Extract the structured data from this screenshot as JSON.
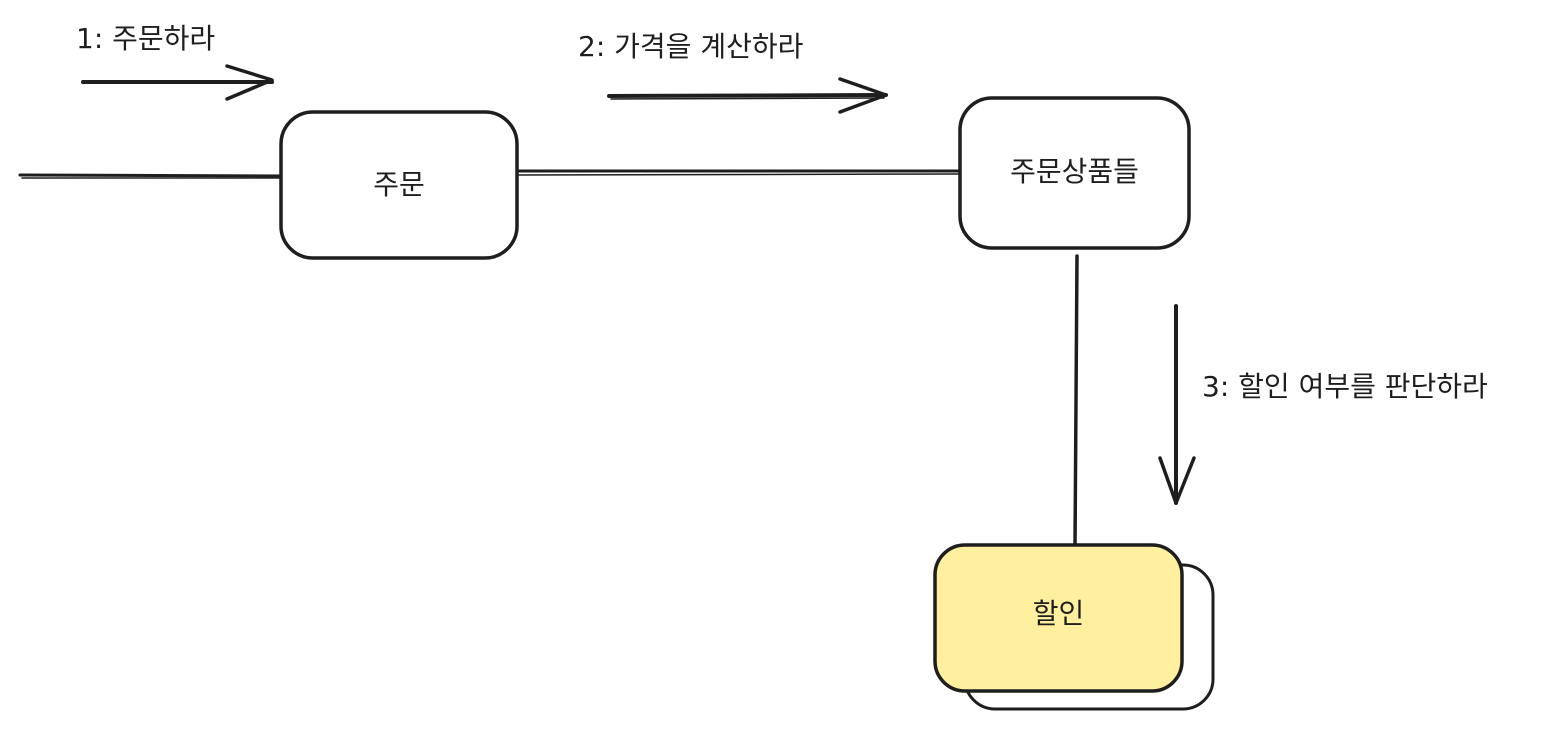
{
  "diagram": {
    "nodes": {
      "order": {
        "label": "주문",
        "fill": "#ffffff"
      },
      "order_items": {
        "label": "주문상품들",
        "fill": "#ffffff"
      },
      "discount": {
        "label": "할인",
        "fill": "#fff0a0",
        "stacked": true
      }
    },
    "messages": [
      {
        "id": "m1",
        "label": "1: 주문하라",
        "direction": "right"
      },
      {
        "id": "m2",
        "label": "2: 가격을 계산하라",
        "direction": "right"
      },
      {
        "id": "m3",
        "label": "3: 할인 여부를 판단하라",
        "direction": "down"
      }
    ],
    "colors": {
      "stroke": "#1e1e1e",
      "highlight_fill": "#fff0a0",
      "background": "#ffffff"
    }
  }
}
